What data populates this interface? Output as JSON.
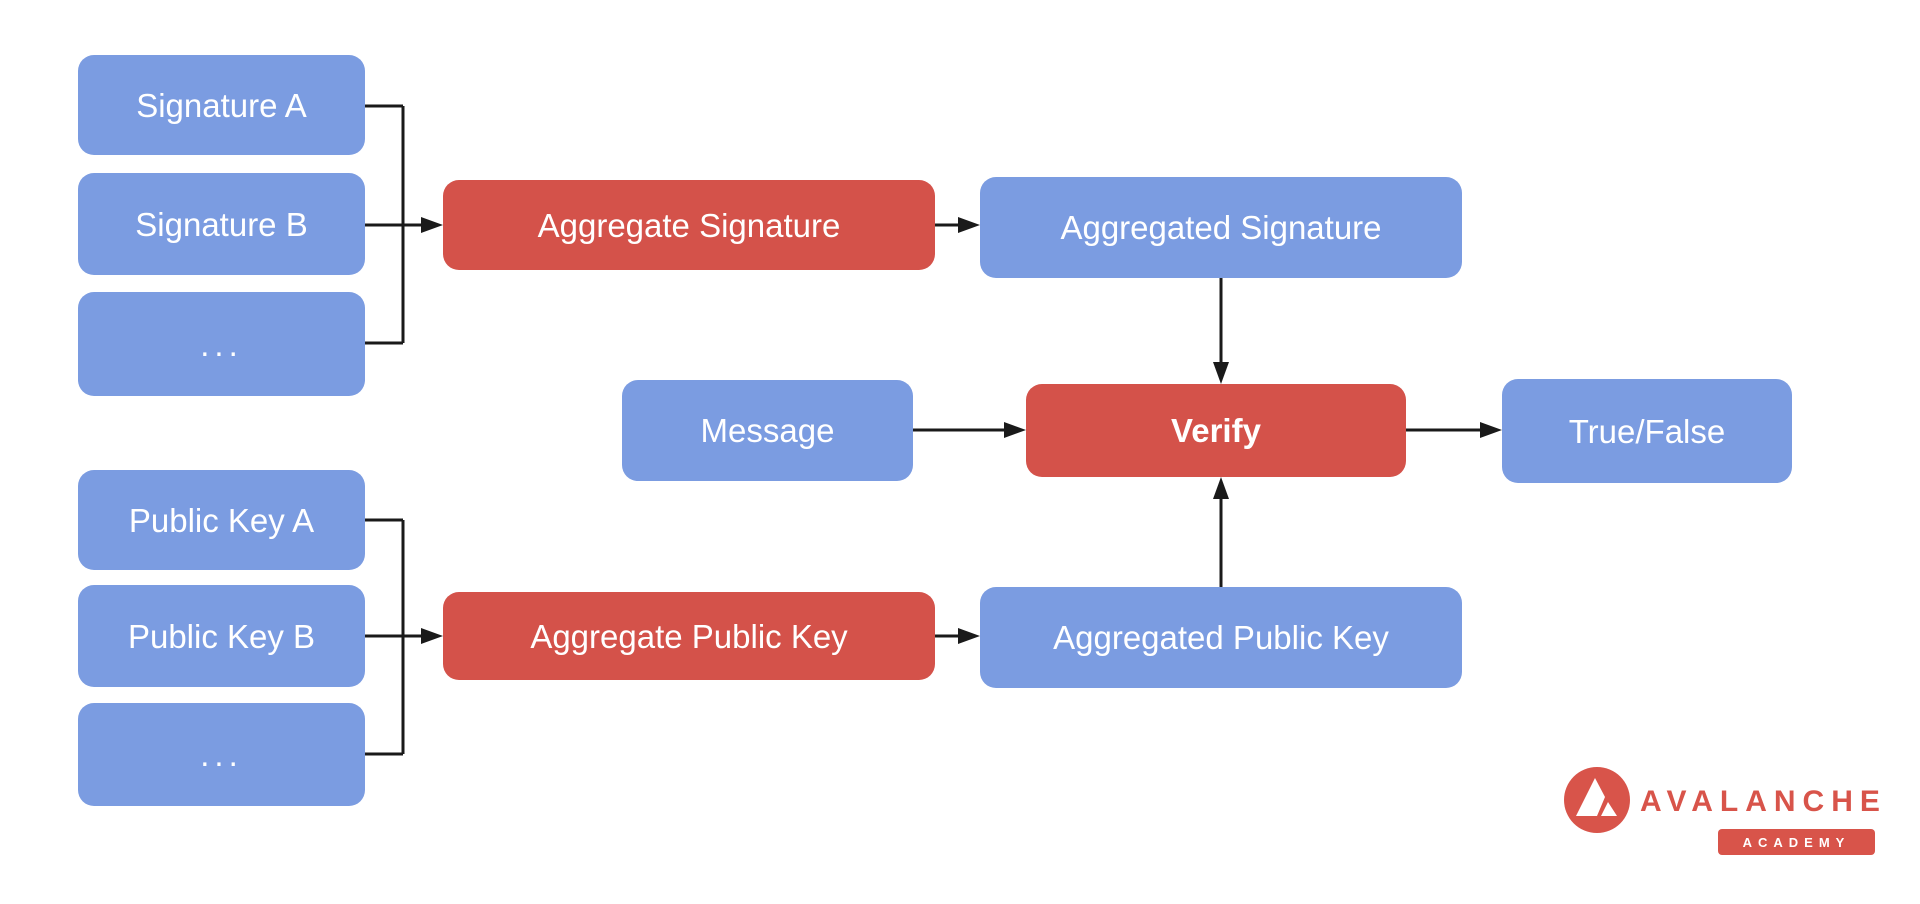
{
  "colors": {
    "node_blue": "#7b9ce1",
    "node_red": "#d4524a",
    "line": "#1a1a1a",
    "brand_red": "#d8544a",
    "label_text": "#ffffff"
  },
  "nodes": {
    "signature_a": "Signature A",
    "signature_b": "Signature B",
    "signature_more": "...",
    "aggregate_signature": "Aggregate Signature",
    "aggregated_signature": "Aggregated Signature",
    "message": "Message",
    "verify": "Verify",
    "true_false": "True/False",
    "public_key_a": "Public Key A",
    "public_key_b": "Public Key B",
    "public_key_more": "...",
    "aggregate_public_key": "Aggregate Public Key",
    "aggregated_public_key": "Aggregated Public Key"
  },
  "branding": {
    "name": "AVALANCHE",
    "sub": "ACADEMY"
  }
}
